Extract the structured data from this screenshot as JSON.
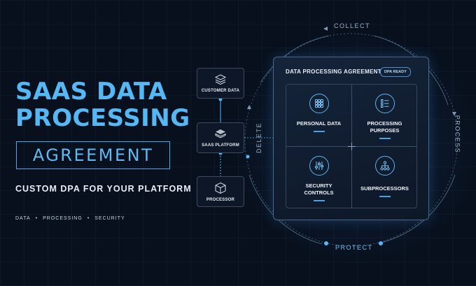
{
  "hero": {
    "title_line1": "SAAS DATA",
    "title_line2": "PROCESSING",
    "agreement": "AGREEMENT",
    "subtitle": "CUSTOM DPA FOR YOUR PLATFORM",
    "tagline": [
      "DATA",
      "PROCESSING",
      "SECURITY"
    ],
    "tagline_separator": "•"
  },
  "flow": [
    {
      "label": "CUSTOMER DATA",
      "icon": "stack-layers-icon"
    },
    {
      "label": "SAAS PLATFORM",
      "icon": "platform-layers-icon"
    },
    {
      "label": "PROCESSOR",
      "icon": "cube-icon"
    }
  ],
  "cycle": {
    "top": "COLLECT",
    "right": "PROCESS",
    "bottom": "PROTECT",
    "left": "DELETE"
  },
  "card": {
    "title": "DATA PROCESSING AGREEMENT",
    "badge": "DPA READY",
    "quadrants": [
      {
        "label": "PERSONAL DATA",
        "icon": "grid-dots-icon"
      },
      {
        "label": "PROCESSING\nPURPOSES",
        "icon": "checklist-icon"
      },
      {
        "label": "SECURITY\nCONTROLS",
        "icon": "sliders-icon"
      },
      {
        "label": "SUBPROCESSORS",
        "icon": "hierarchy-icon"
      }
    ]
  },
  "colors": {
    "accent": "#55b8f5",
    "background": "#08101d",
    "card_border": "#4a6684"
  }
}
